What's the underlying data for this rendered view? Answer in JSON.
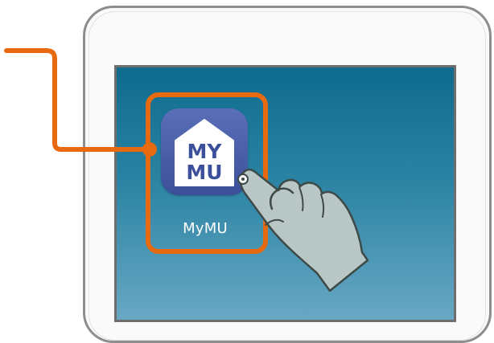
{
  "app": {
    "label": "MyMU",
    "icon_line1": "MY",
    "icon_line2": "MU",
    "icon_name": "mymu-app-icon"
  },
  "colors": {
    "highlight": "#e86a10",
    "screen_top": "#0e6b8e",
    "screen_bottom": "#68a8c4",
    "icon_bg": "#3b4f9a"
  }
}
